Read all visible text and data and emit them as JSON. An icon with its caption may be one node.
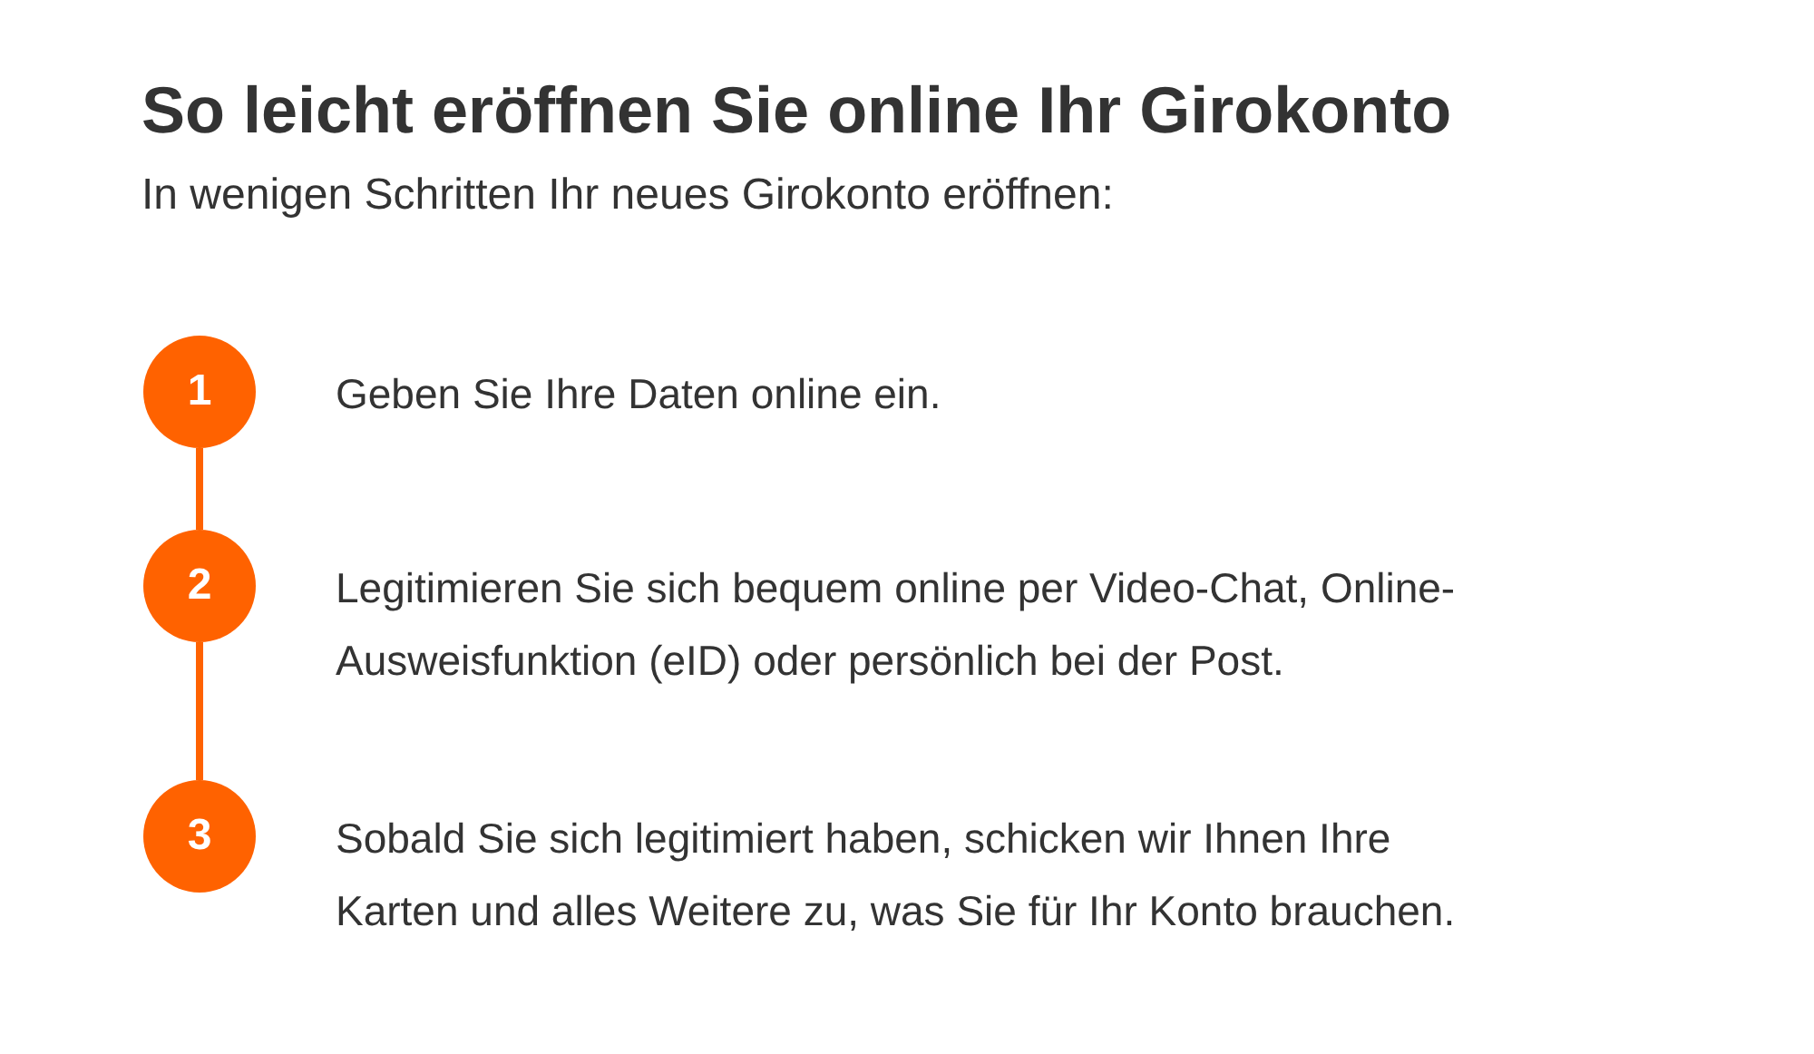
{
  "diagram": {
    "title": "So leicht eröffnen Sie online Ihr Girokonto",
    "nodes": [
      {
        "text": [
          "1"
        ],
        "beside": [
          "Geben Sie Ihre Daten online ein."
        ]
      },
      {
        "text": [
          "2"
        ],
        "beside": [
          "Legitimieren Sie sich bequem online per Video-Chat, Online-Ausweisfunktion (eID) oder persönlich bei der Post."
        ]
      },
      {
        "text": [
          "3"
        ],
        "beside": [
          "Sobald Sie sich legitimiert haben, schicken wir Ihnen Ihre Karten und alles Weitere zu, was Sie für Ihr Konto brauchen."
        ]
      }
    ],
    "edges": [
      {
        "from": 0,
        "to": 1,
        "arrow": "none"
      },
      {
        "from": 1,
        "to": 2,
        "arrow": "none"
      }
    ],
    "labels": [
      "In wenigen Schritten Ihr neues Girokonto eröffnen:"
    ]
  }
}
